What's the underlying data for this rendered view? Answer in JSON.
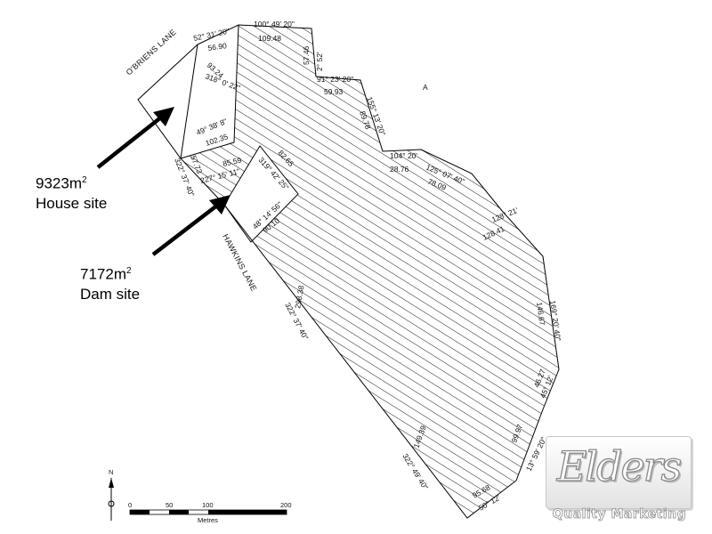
{
  "sites": {
    "house": {
      "area": "9323m",
      "sup": "2",
      "name": "House site"
    },
    "dam": {
      "area": "7172m",
      "sup": "2",
      "name": "Dam site"
    }
  },
  "roads": {
    "obriens": "O'BRIENS LANE",
    "hawkins": "HAWKINS LANE"
  },
  "parcel_letter": "A",
  "measurements": {
    "m1": "52° 31' 20\"",
    "m2": "100° 49' 20\"",
    "m3": "56.90",
    "m4": "109.48",
    "m5": "57.46",
    "m6": "2° 52'",
    "m7": "93.24",
    "m8": "318° 0' 22\"",
    "m9": "91° 23' 20\"",
    "m10": "59.93",
    "m11": "155° 13' 20\"",
    "m12": "89.78",
    "m13": "49° 38' 8\"",
    "m14": "102.35",
    "m15": "322° 37' 40\"",
    "m16": "57.73",
    "m17": "85.59",
    "m18": "227° 15' 11\"",
    "m19": "82.65",
    "m20": "319° 42' 25\"",
    "m21": "104° 20'",
    "m22": "28.76",
    "m23": "125° 07' 40\"",
    "m24": "78.09",
    "m25": "48° 14' 56\"",
    "m26": "90.10",
    "m27": "128° 21'",
    "m28": "128.41",
    "m29": "169° 20' 40\"",
    "m30": "146.67",
    "m31": "298.38",
    "m32": "322° 37' 40\"",
    "m33": "46.27",
    "m34": "45° 12'",
    "m35": "99.97",
    "m36": "13° 59' 20\"",
    "m37": "149.39",
    "m38": "322° 49' 40\"",
    "m39": "95.68",
    "m40": "50° 12'"
  },
  "scale": {
    "t0": "0",
    "t50": "50",
    "t100": "100",
    "t200": "200",
    "unit": "Metres",
    "north": "N"
  },
  "logo": {
    "name": "Elders",
    "tagline": "Quality Marketing"
  }
}
